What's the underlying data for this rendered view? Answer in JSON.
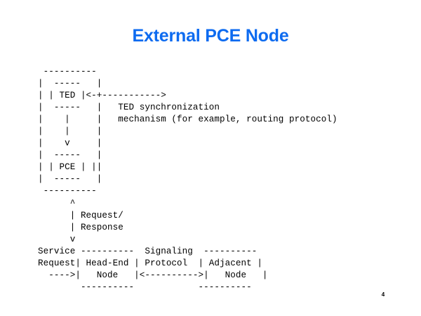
{
  "slide": {
    "title": "External PCE Node",
    "title_color": "#0D6BF0",
    "background_color": "#FFFFFF",
    "text_color": "#000000",
    "page_number": "4"
  },
  "diagram": {
    "type": "ascii-art",
    "description": "External PCE Node architecture diagram rendered as monospaced ASCII art",
    "art": " ----------\n|  -----   |\n| | TED |<-+----------->\n|  -----   |   TED synchronization\n|    |     |   mechanism (for example, routing protocol)\n|    |     |\n|    v     |\n|  -----   |\n| | PCE | ||\n|  -----   |\n ----------\n      ^\n      | Request/\n      | Response\n      v\nService ----------  Signaling  ----------\nRequest| Head-End | Protocol  | Adjacent |\n  ---->|   Node   |<---------->|   Node   |\n        ----------            ----------",
    "lines": [
      " ----------",
      "|  -----   |",
      "| | TED |<-+----------->",
      "|  -----   |   TED synchronization",
      "|    |     |   mechanism (for example, routing protocol)",
      "|    |     |",
      "|    v     |",
      "|  -----   |",
      "| | PCE | ||",
      "|  -----   |",
      " ----------",
      "      ^",
      "      | Request/",
      "      | Response",
      "      v",
      "Service ----------  Signaling  ----------",
      "Request| Head-End | Protocol  | Adjacent |",
      "  ---->|   Node   |<---------->|   Node   |",
      "        ----------            ----------"
    ],
    "labels": {
      "ted_box": "TED",
      "pce_box": "PCE",
      "sync_line_1": "TED synchronization",
      "sync_line_2": "mechanism (for example, routing protocol)",
      "request_label": "Request/",
      "response_label": "Response",
      "service_label": "Service",
      "request_label_left": "Request",
      "head_end_node": "Head-End Node",
      "signaling_protocol": "Signaling Protocol",
      "adjacent_node": "Adjacent Node"
    }
  }
}
